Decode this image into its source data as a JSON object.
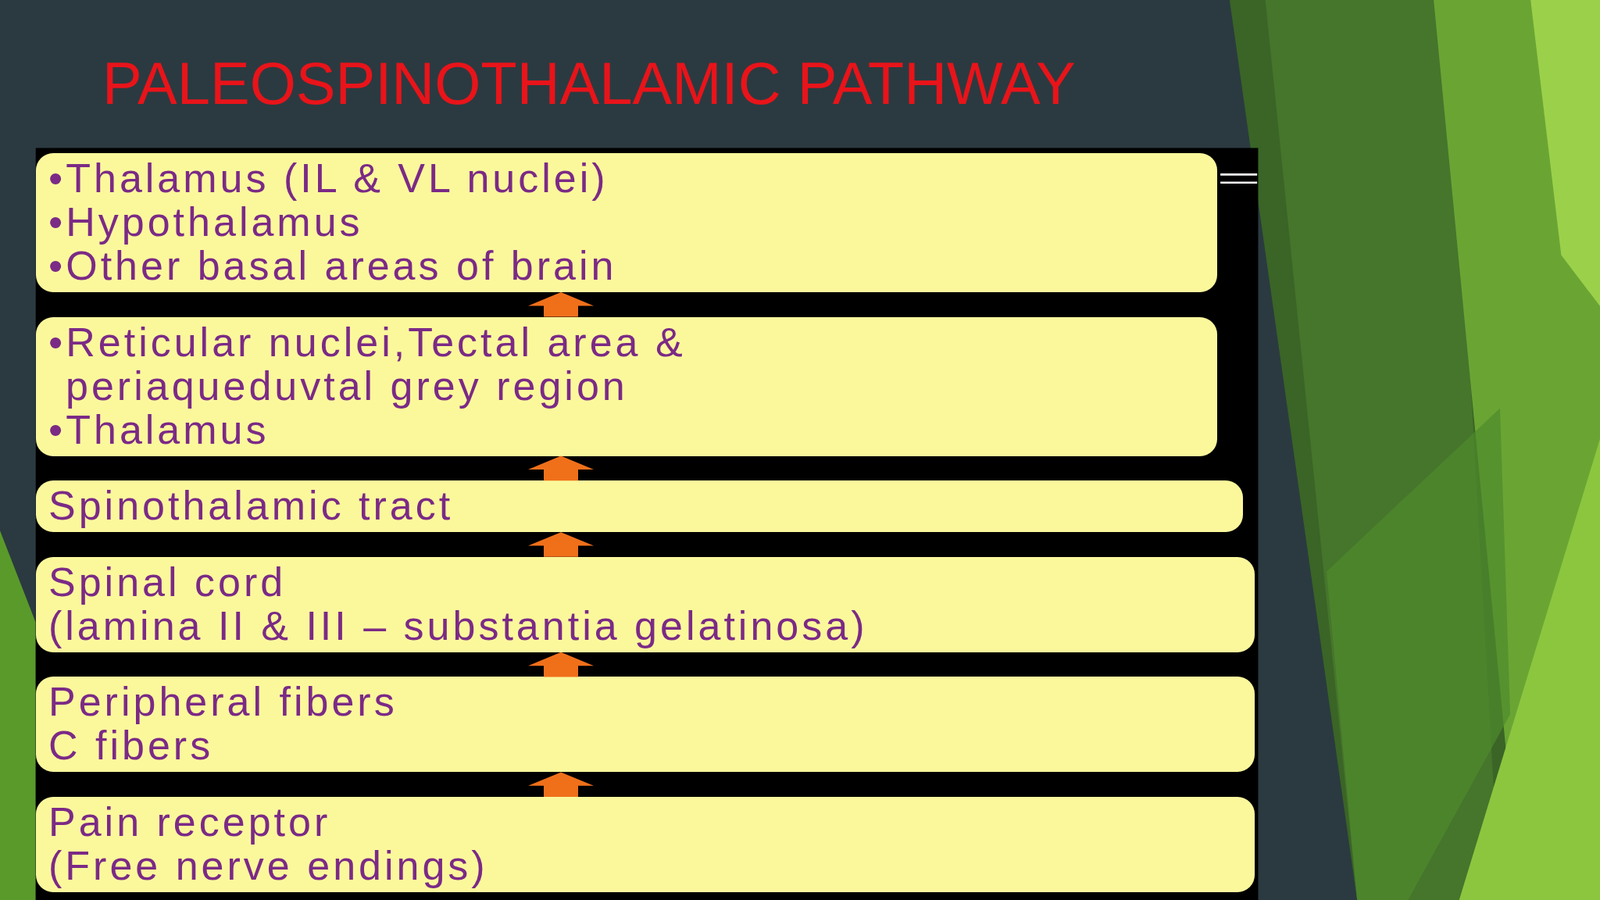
{
  "diagram": {
    "title": "PALEOSPINOTHALAMIC PATHWAY",
    "nodes": [
      {
        "text": [
          "•Thalamus (IL & VL nuclei)",
          "•Hypothalamus",
          "•Other basal areas of brain"
        ]
      },
      {
        "text": [
          "•Reticular nuclei,Tectal area & periaqueduvtal grey region",
          "•Thalamus"
        ]
      },
      {
        "text": [
          "Spinothalamic tract"
        ]
      },
      {
        "text": [
          "Spinal cord",
          "(lamina II & III – substantia gelatinosa)"
        ]
      },
      {
        "text": [
          "Peripheral fibers",
          "C fibers"
        ]
      },
      {
        "text": [
          "Pain receptor",
          "(Free nerve endings)"
        ]
      }
    ],
    "edges": [
      {
        "from": 1,
        "to": 0,
        "arrow": "to"
      },
      {
        "from": 2,
        "to": 1,
        "arrow": "to"
      },
      {
        "from": 3,
        "to": 2,
        "arrow": "to"
      },
      {
        "from": 4,
        "to": 3,
        "arrow": "to"
      },
      {
        "from": 5,
        "to": 4,
        "arrow": "to"
      }
    ]
  }
}
